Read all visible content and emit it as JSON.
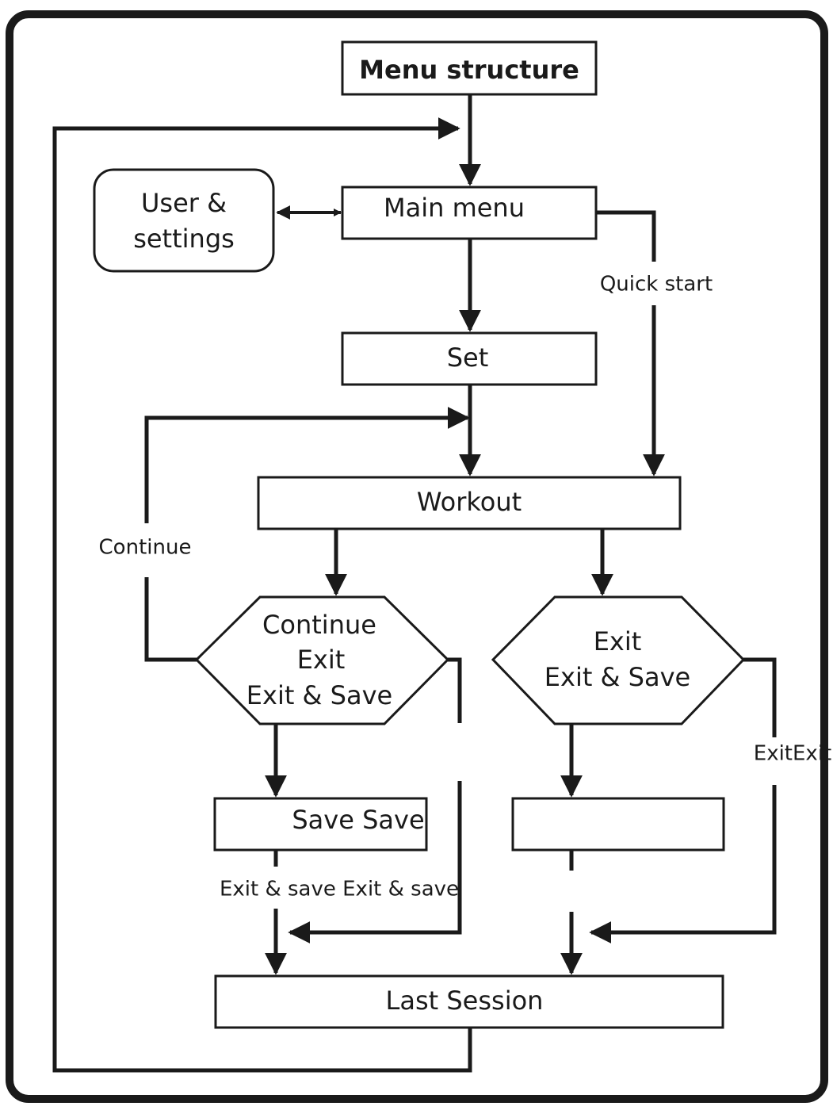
{
  "diagram": {
    "title": "Menu structure",
    "nodes": {
      "main_menu": "Main menu",
      "user_settings": [
        "User &",
        "settings"
      ],
      "set": "Set",
      "workout": "Workout",
      "decision_left": [
        "Continue",
        "Exit",
        "Exit & Save"
      ],
      "decision_right": [
        "Exit",
        "Exit & Save"
      ],
      "save": "Save Save",
      "right_box": "",
      "last_session": "Last Session"
    },
    "edge_labels": {
      "quick_start": "Quick start",
      "continue": "Continue",
      "exit_save": "Exit & save Exit & save",
      "exit_exit": "ExitExit"
    },
    "colors": {
      "line": "#1a1a1a",
      "fill": "#ffffff",
      "text": "#1a1a1a"
    }
  }
}
